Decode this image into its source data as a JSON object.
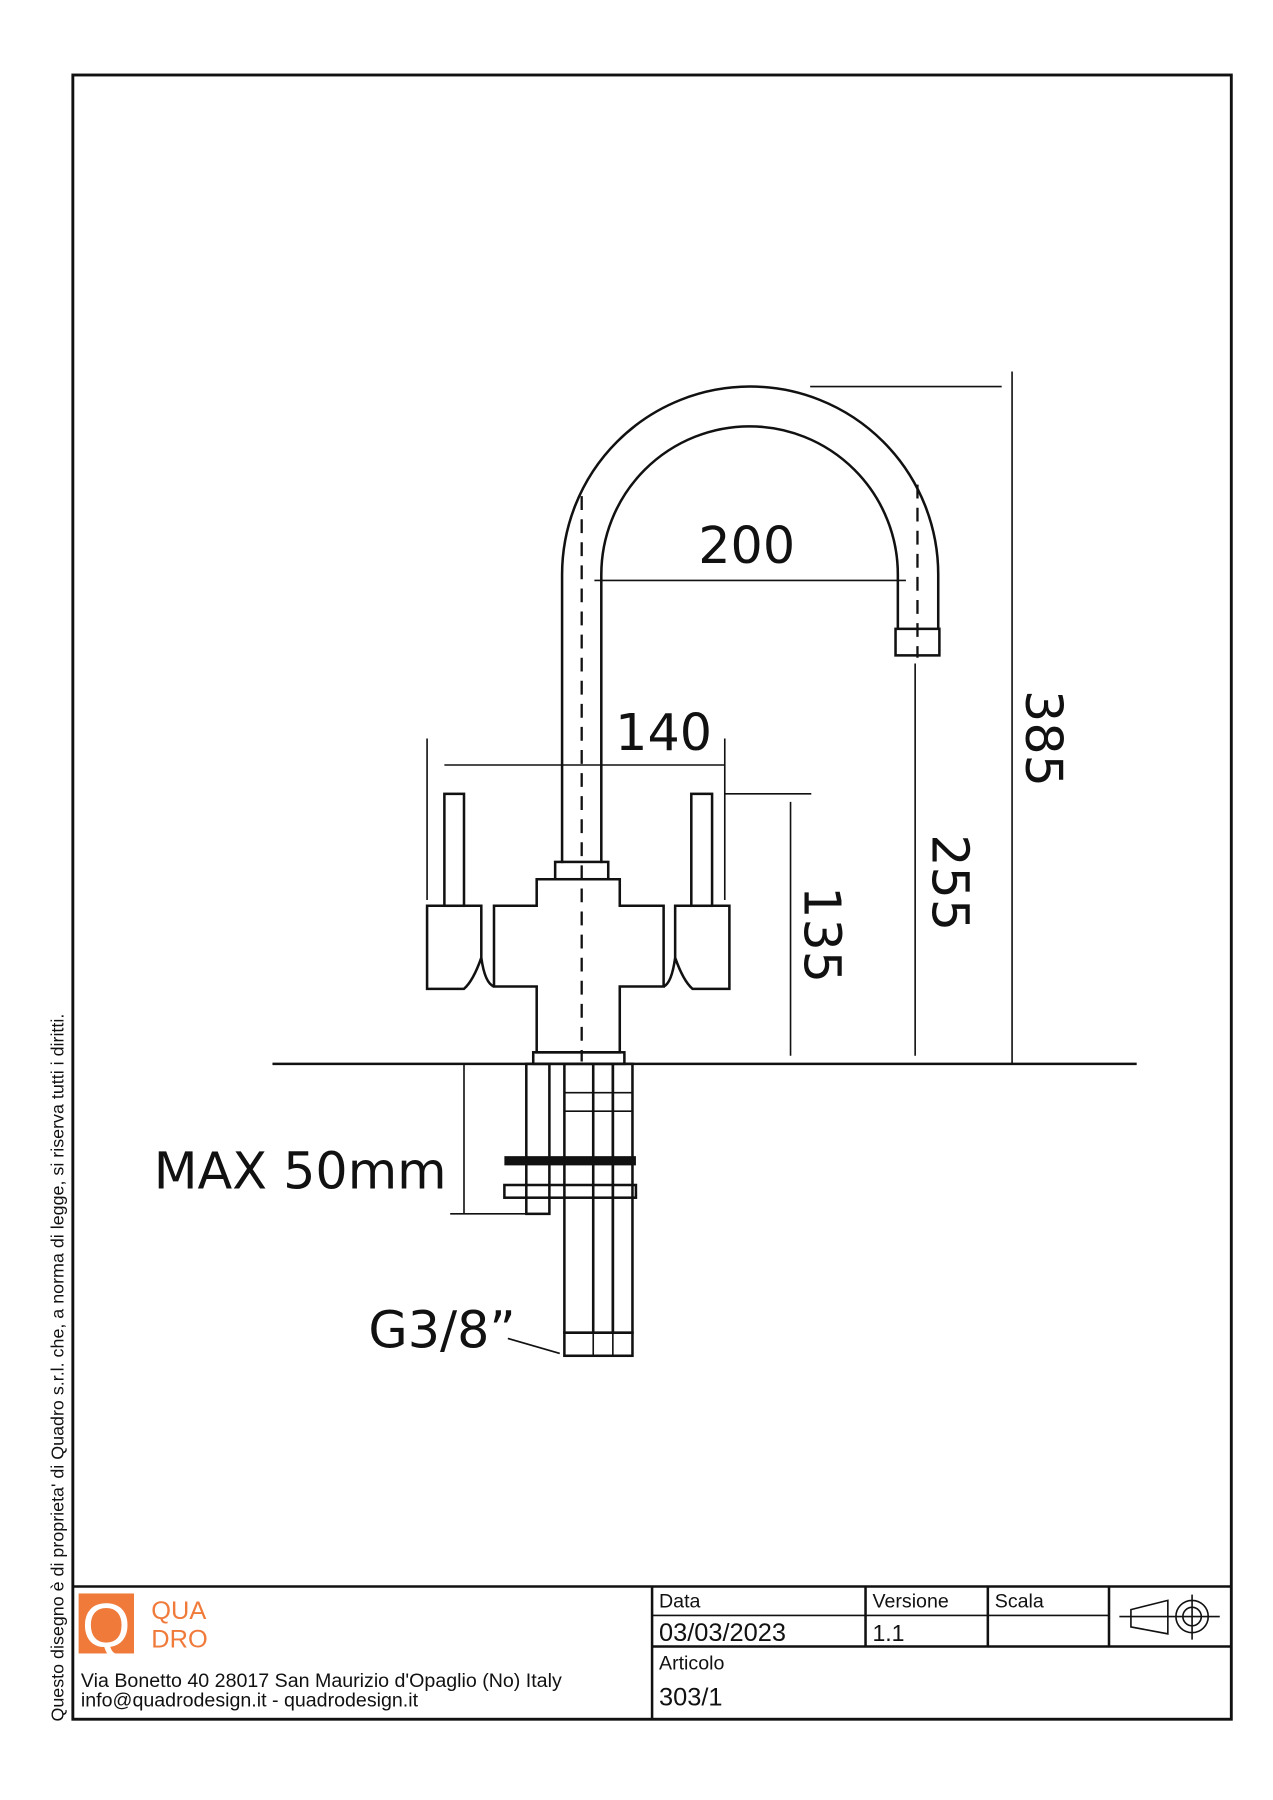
{
  "side_note": "Questo disegno è di proprieta' di Quadro s.r.l. che, a norma di legge, si riserva tutti i diritti.",
  "dimensions": {
    "spout_reach": "200",
    "handle_span": "140",
    "total_height": "385",
    "spout_height": "255",
    "handle_height": "135",
    "max_thickness": "MAX 50mm",
    "connection": "G3/8”"
  },
  "title_block": {
    "logo": {
      "letter": "Q",
      "line1": "QUA",
      "line2": "DRO",
      "color": "#f07a3a"
    },
    "address": "Via Bonetto 40  28017 San Maurizio d'Opaglio (No) Italy",
    "contacts": "info@quadrodesign.it  -  quadrodesign.it",
    "data_label": "Data",
    "data_value": "03/03/2023",
    "versione_label": "Versione",
    "versione_value": "1.1",
    "scala_label": "Scala",
    "scala_value": "",
    "articolo_label": "Articolo",
    "articolo_value": "303/1",
    "projection_icon": "third-angle-projection-icon"
  }
}
